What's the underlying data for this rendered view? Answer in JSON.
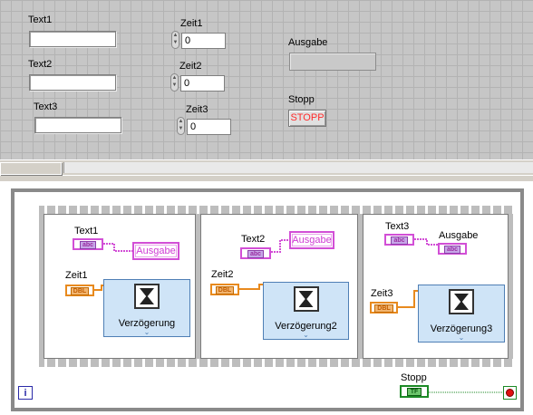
{
  "front_panel": {
    "controls": [
      {
        "label": "Text1"
      },
      {
        "label": "Text2"
      },
      {
        "label": "Text3"
      }
    ],
    "numerics": [
      {
        "label": "Zeit1",
        "value": "0"
      },
      {
        "label": "Zeit2",
        "value": "0"
      },
      {
        "label": "Zeit3",
        "value": "0"
      }
    ],
    "indicator_label": "Ausgabe",
    "stop_label": "Stopp",
    "stop_button_text": "STOPP"
  },
  "block_diagram": {
    "frames": [
      {
        "text_label": "Text1",
        "text_type": "abc",
        "ausgabe": "Ausgabe",
        "zeit_label": "Zeit1",
        "zeit_type": "DBL",
        "wait_name": "Verzögerung"
      },
      {
        "text_label": "Text2",
        "text_type": "abc",
        "ausgabe": "Ausgabe",
        "zeit_label": "Zeit2",
        "zeit_type": "DBL",
        "wait_name": "Verzögerung2"
      },
      {
        "text_label": "Text3",
        "text_type": "abc",
        "ausgabe": "Ausgabe",
        "zeit_label": "Zeit3",
        "zeit_type": "DBL",
        "wait_name": "Verzögerung3"
      }
    ],
    "iteration_terminal": "i",
    "stop_label": "Stopp",
    "stop_type": "TF",
    "chevron": "⌄"
  },
  "colors": {
    "string_wire": "#d24fd6",
    "numeric_wire": "#e88a1e",
    "boolean_wire": "#1c8a26",
    "panel_grid": "#c6c6c6"
  }
}
